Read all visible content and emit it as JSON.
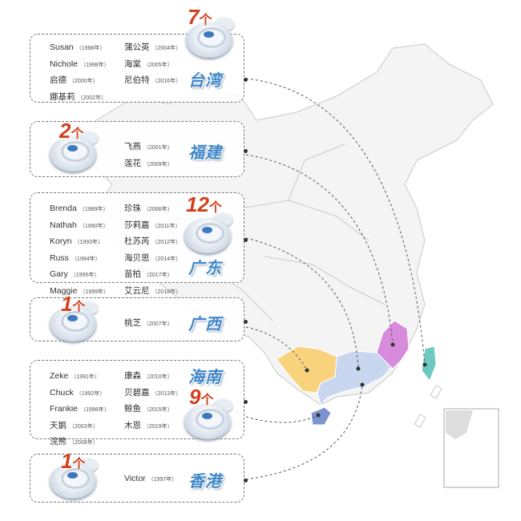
{
  "unit": "个",
  "colors": {
    "guangxi": "#f9d27e",
    "guangdong": "#c9d6f0",
    "fujian": "#d78bdc",
    "taiwan": "#6ec9c0",
    "hainan": "#7b93cf",
    "province_label": "#3f86c8",
    "count": "#d2411c"
  },
  "icon": "typhoon-icon",
  "cards": [
    {
      "province": "台湾",
      "count": "7",
      "people": [
        [
          "Susan",
          "（1988年）"
        ],
        [
          "Nichole",
          "（1998年）"
        ],
        [
          "启德",
          "（2000年）"
        ],
        [
          "娜基莉",
          "（2002年）"
        ],
        [
          "蒲公英",
          "（2004年）"
        ],
        [
          "海棠",
          "（2005年）"
        ],
        [
          "尼伯特",
          "（2016年）"
        ]
      ]
    },
    {
      "province": "福建",
      "count": "2",
      "people": [
        [
          "飞燕",
          "（2001年）"
        ],
        [
          "莲花",
          "（2009年）"
        ]
      ]
    },
    {
      "province": "广东",
      "count": "12",
      "people": [
        [
          "Brenda",
          "（1989年）"
        ],
        [
          "Nathah",
          "（1990年）"
        ],
        [
          "Koryn",
          "（1993年）"
        ],
        [
          "Russ",
          "（1994年）"
        ],
        [
          "Gary",
          "（1995年）"
        ],
        [
          "Maggie",
          "（1999年）"
        ],
        [
          "珍珠",
          "（2006年）"
        ],
        [
          "莎莉嘉",
          "（2011年）"
        ],
        [
          "杜苏芮",
          "（2012年）"
        ],
        [
          "海贝思",
          "（2014年）"
        ],
        [
          "苗柏",
          "（2017年）"
        ],
        [
          "艾云尼",
          "（2018年）"
        ]
      ]
    },
    {
      "province": "广西",
      "count": "1",
      "people": [
        [
          "桃芝",
          "（2007年）"
        ]
      ]
    },
    {
      "province": "海南",
      "count": "9",
      "people": [
        [
          "Zeke",
          "（1991年）"
        ],
        [
          "Chuck",
          "（1992年）"
        ],
        [
          "Frankie",
          "（1996年）"
        ],
        [
          "天鹅",
          "（2003年）"
        ],
        [
          "浣熊",
          "（2008年）"
        ],
        [
          "康森",
          "（2010年）"
        ],
        [
          "贝碧嘉",
          "（2013年）"
        ],
        [
          "鲸鱼",
          "（2015年）"
        ],
        [
          "木恩",
          "（2019年）"
        ]
      ]
    },
    {
      "province": "香港",
      "count": "1",
      "people": [
        [
          "Victor",
          "（1997年）"
        ]
      ]
    }
  ]
}
